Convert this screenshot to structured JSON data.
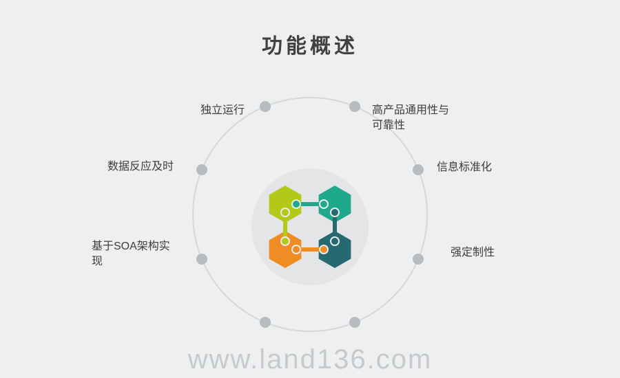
{
  "title": "功能概述",
  "watermark": "www.land136.com",
  "labels": {
    "top_left": "独立运行",
    "top_right": "高产品通用性与\n可靠性",
    "mid_left": "数据反应及时",
    "mid_right": "信息标准化",
    "bottom_left": "基于SOA架构实\n现",
    "bottom_right": "强定制性"
  },
  "colors": {
    "background": "#edeff0",
    "ring": "#d5d8d9",
    "node": "#b9bcbe",
    "center_circle": "#e3e5e6",
    "hex_top_left": "#b3c918",
    "hex_top_right": "#1fa98c",
    "hex_bottom_left": "#ef8c23",
    "hex_bottom_right": "#266970",
    "text": "#3b3d3e",
    "watermark": "#c7cacc"
  }
}
